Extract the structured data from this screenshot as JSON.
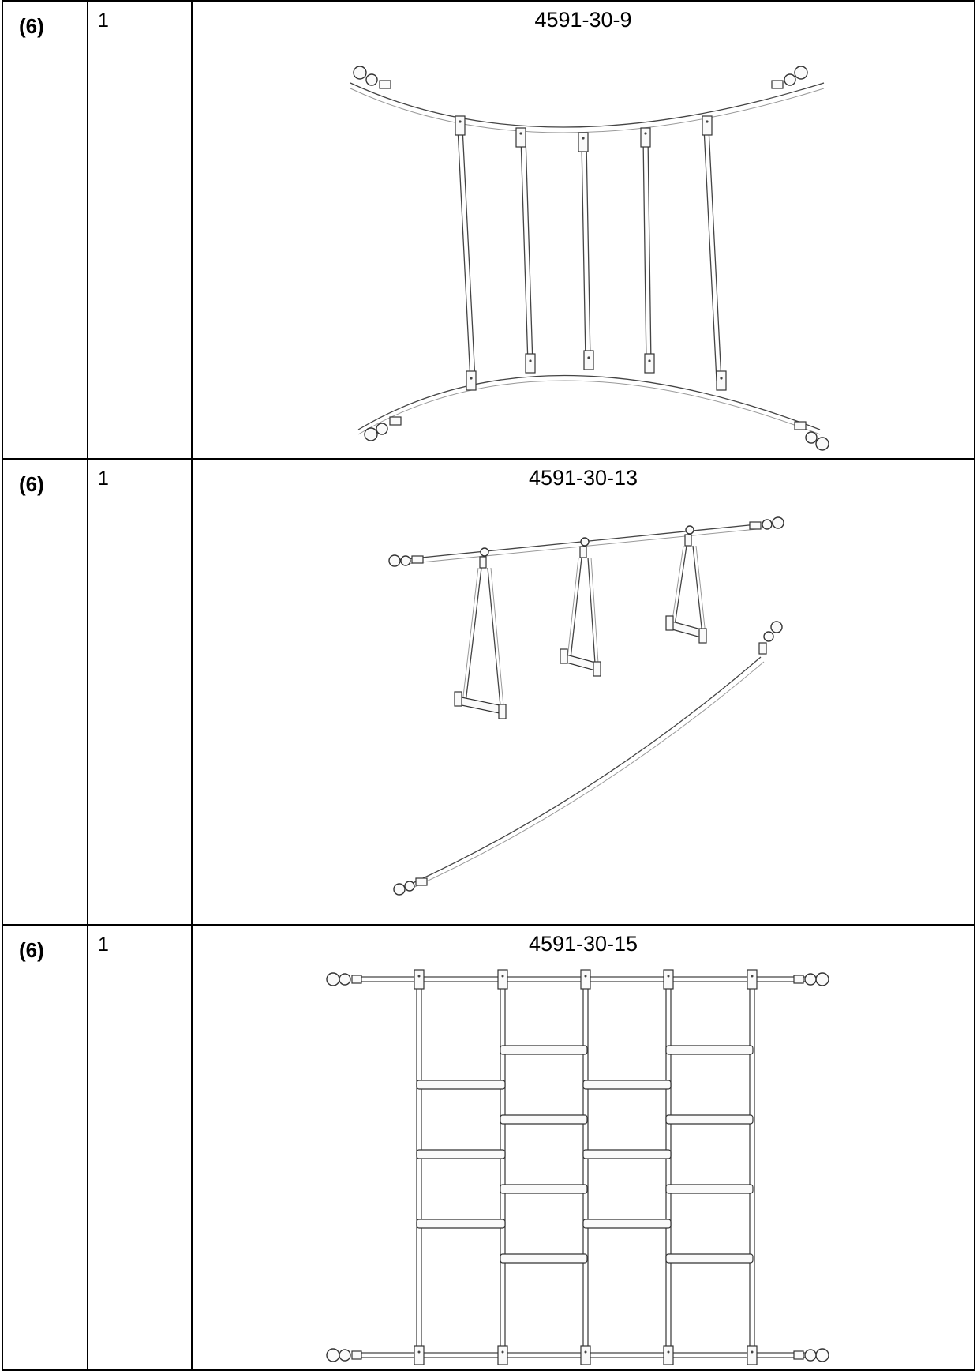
{
  "rows": [
    {
      "mark": "(6)",
      "qty": "1",
      "code": "4591-30-9",
      "drawing_icon": "curved-rope-ladder-drawing"
    },
    {
      "mark": "(6)",
      "qty": "1",
      "code": "4591-30-13",
      "drawing_icon": "trapeze-swing-drawing"
    },
    {
      "mark": "(6)",
      "qty": "1",
      "code": "4591-30-15",
      "drawing_icon": "climbing-grid-drawing"
    }
  ]
}
